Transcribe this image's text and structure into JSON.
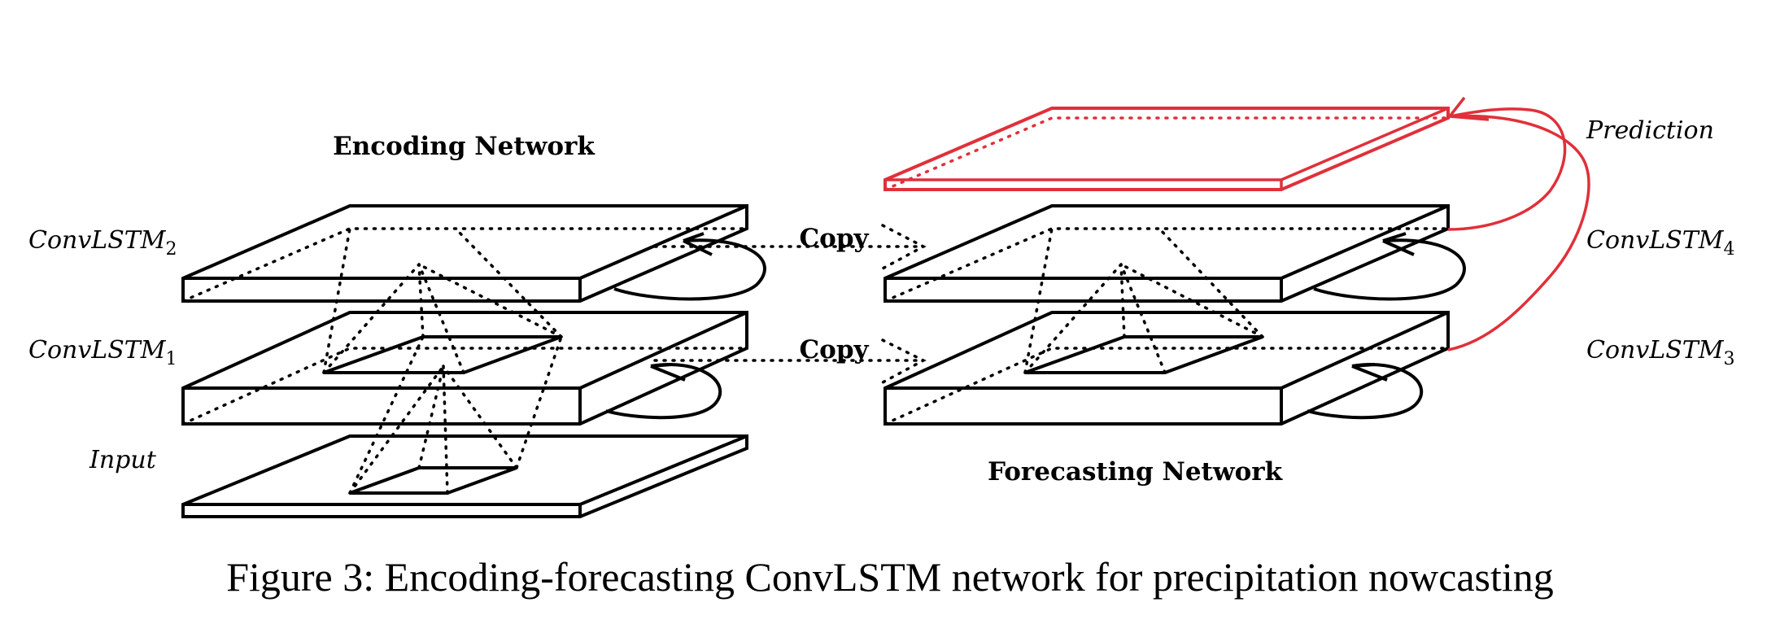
{
  "encoder": {
    "title": "Encoding Network",
    "layers": [
      {
        "name": "ConvLSTM",
        "sub": "2"
      },
      {
        "name": "ConvLSTM",
        "sub": "1"
      },
      {
        "name": "Input",
        "sub": ""
      }
    ]
  },
  "forecaster": {
    "title": "Forecasting Network",
    "layers": [
      {
        "name": "ConvLSTM",
        "sub": "4"
      },
      {
        "name": "ConvLSTM",
        "sub": "3"
      }
    ],
    "prediction_label": "Prediction"
  },
  "copy_labels": [
    "Copy",
    "Copy"
  ],
  "colors": {
    "prediction": "#e0303a",
    "ink": "#000000"
  },
  "caption": "Figure 3: Encoding-forecasting ConvLSTM network for precipitation nowcasting"
}
